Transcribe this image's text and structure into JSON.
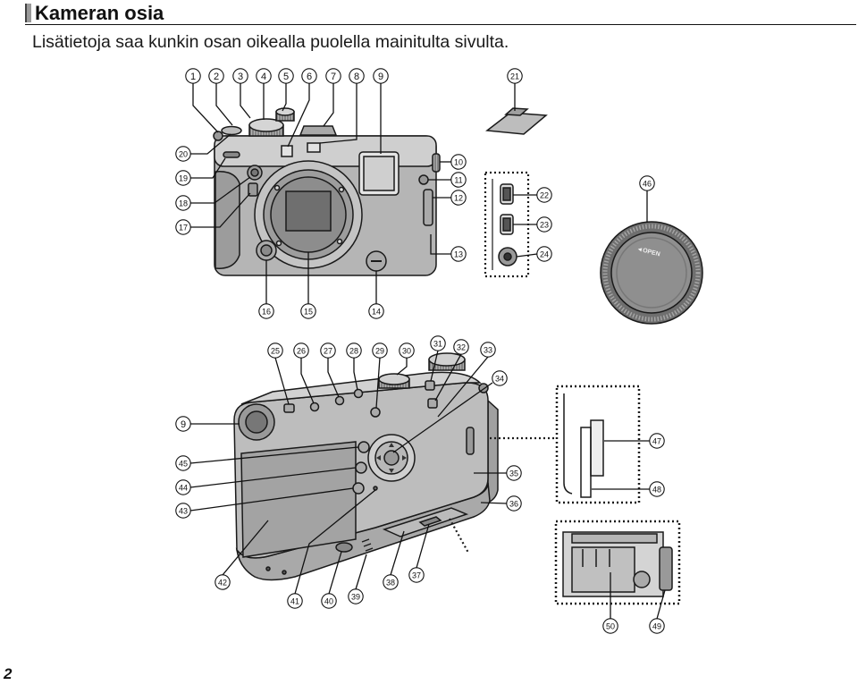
{
  "header": {
    "title": "Kameran osia",
    "subtitle": "Lisätietoja saa kunkin osan oikealla puolella mainitulta sivulta."
  },
  "page_number": "2",
  "body_cap_label": "◄OPEN",
  "callouts": [
    "1",
    "2",
    "3",
    "4",
    "5",
    "6",
    "7",
    "8",
    "9",
    "10",
    "11",
    "12",
    "13",
    "14",
    "15",
    "16",
    "17",
    "18",
    "19",
    "20",
    "21",
    "22",
    "23",
    "24",
    "25",
    "26",
    "27",
    "28",
    "29",
    "30",
    "31",
    "32",
    "33",
    "34",
    "35",
    "36",
    "37",
    "38",
    "39",
    "40",
    "41",
    "42",
    "43",
    "44",
    "45",
    "46",
    "47",
    "48",
    "49",
    "50"
  ],
  "colors": {
    "ink": "#111111",
    "body": "#b5b5b5",
    "top_plate": "#cfcfcf"
  }
}
